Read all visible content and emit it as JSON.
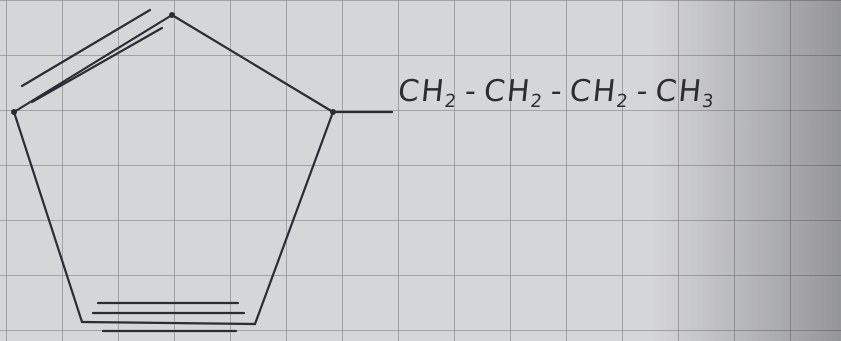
{
  "molecule": {
    "chain": [
      {
        "group": "CH",
        "subscript": "2"
      },
      {
        "group": "CH",
        "subscript": "2"
      },
      {
        "group": "CH",
        "subscript": "2"
      },
      {
        "group": "CH",
        "subscript": "3"
      }
    ],
    "separator": "-"
  },
  "colors": {
    "paper": "#d5d6d8",
    "grid": "#78787d",
    "ink": "#2c2d33"
  }
}
